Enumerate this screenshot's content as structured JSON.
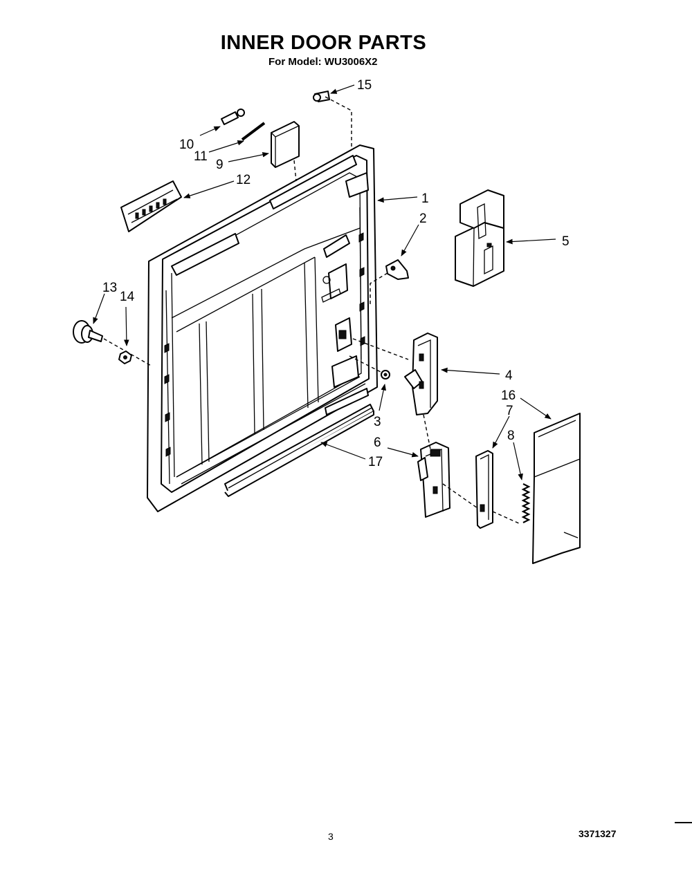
{
  "title": "INNER DOOR PARTS",
  "subtitle": "For Model: WU3006X2",
  "page_number": "3",
  "document_number": "3371327",
  "callouts": {
    "p1": "1",
    "p2": "2",
    "p3": "3",
    "p4": "4",
    "p5": "5",
    "p6": "6",
    "p7": "7",
    "p8": "8",
    "p9": "9",
    "p10": "10",
    "p11": "11",
    "p12": "12",
    "p13": "13",
    "p14": "14",
    "p15": "15",
    "p16": "16",
    "p17": "17"
  }
}
